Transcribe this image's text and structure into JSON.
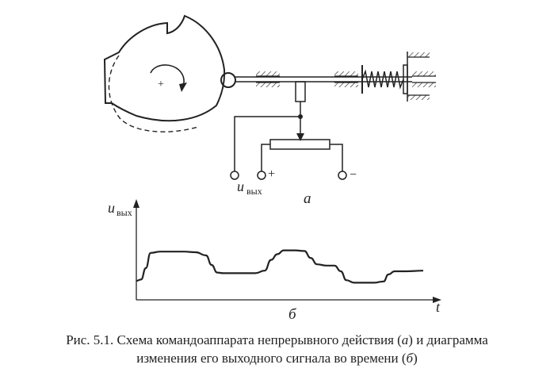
{
  "diagram": {
    "part_a_label": "а",
    "part_b_label": "б",
    "output_voltage_main": "u",
    "output_voltage_sub": "вых",
    "plus_sign": "+",
    "minus_sign": "−",
    "cam_center_mark": "+",
    "time_axis_label": "t"
  },
  "chart_data": {
    "type": "line",
    "title": "",
    "xlabel": "t",
    "ylabel": "uвых",
    "series": [
      {
        "values": [
          [
            0,
            0.3
          ],
          [
            6,
            0.32
          ],
          [
            12,
            0.5
          ],
          [
            18,
            0.74
          ],
          [
            30,
            0.76
          ],
          [
            60,
            0.76
          ],
          [
            75,
            0.75
          ],
          [
            88,
            0.7
          ],
          [
            95,
            0.55
          ],
          [
            102,
            0.43
          ],
          [
            110,
            0.42
          ],
          [
            130,
            0.42
          ],
          [
            150,
            0.42
          ],
          [
            162,
            0.46
          ],
          [
            170,
            0.63
          ],
          [
            178,
            0.72
          ],
          [
            186,
            0.78
          ],
          [
            200,
            0.78
          ],
          [
            212,
            0.77
          ],
          [
            220,
            0.66
          ],
          [
            228,
            0.56
          ],
          [
            240,
            0.54
          ],
          [
            250,
            0.54
          ],
          [
            258,
            0.45
          ],
          [
            265,
            0.31
          ],
          [
            275,
            0.27
          ],
          [
            300,
            0.27
          ],
          [
            312,
            0.29
          ],
          [
            318,
            0.4
          ],
          [
            326,
            0.45
          ],
          [
            340,
            0.45
          ],
          [
            362,
            0.46
          ]
        ]
      }
    ]
  },
  "caption": {
    "line1_start": "Рис. 5.1. Схема командоаппарата непрерывного действия (",
    "line1_a": "а",
    "line1_end": ") и диаграмма",
    "line2_start": "изменения его выходного сигнала во времени (",
    "line2_b": "б",
    "line2_end": ")"
  }
}
